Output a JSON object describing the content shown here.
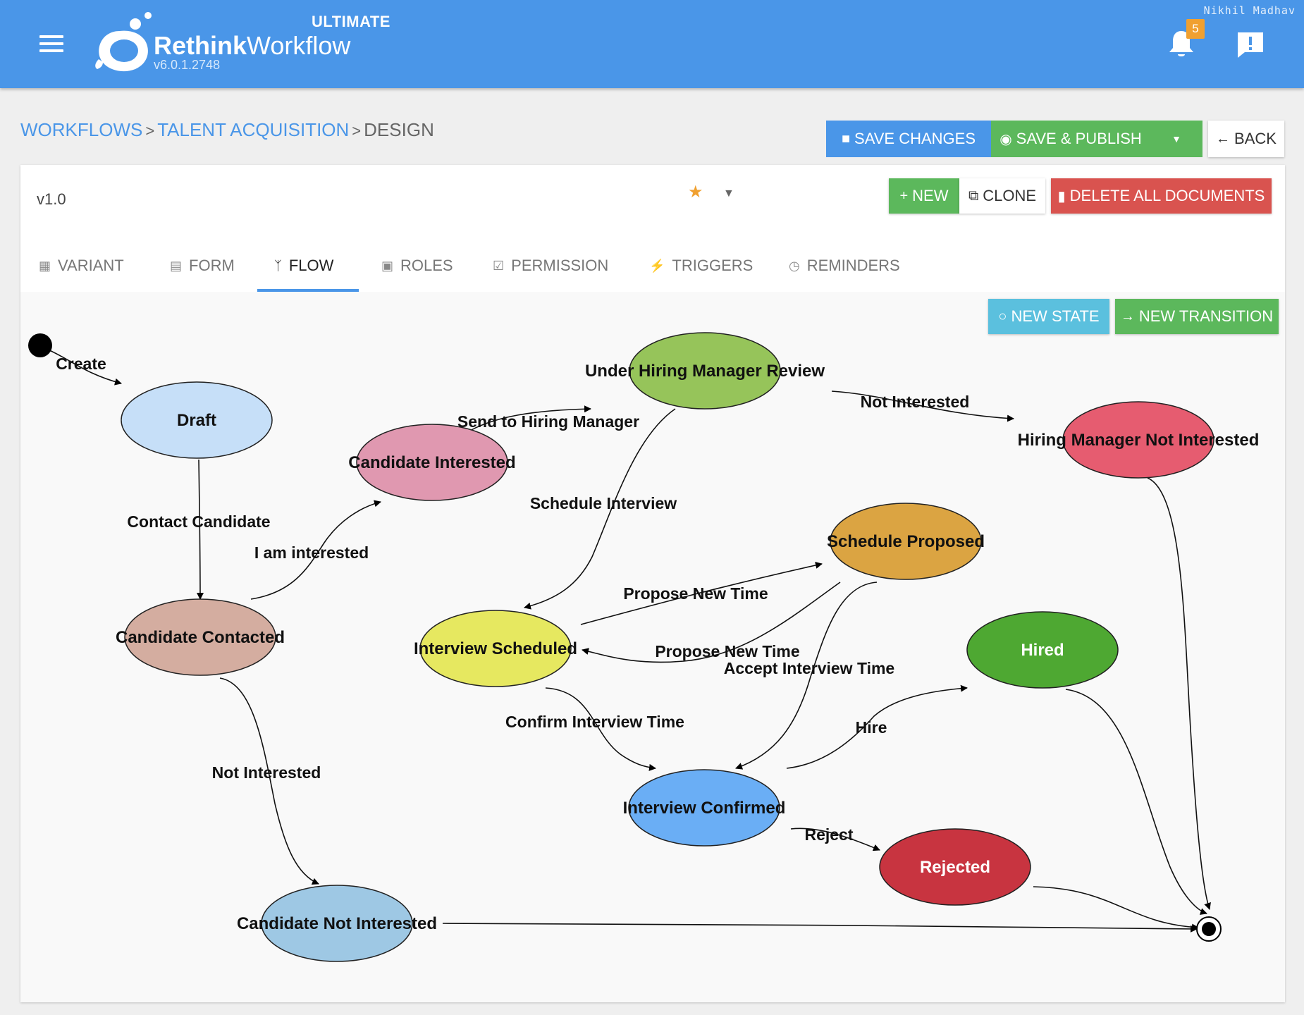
{
  "header": {
    "brand_bold": "Rethink",
    "brand_light": "Workflow",
    "edition": "ULTIMATE",
    "version": "v6.0.1.2748",
    "user": "Nikhil Madhav",
    "notification_count": "5"
  },
  "breadcrumb": {
    "items": [
      "WORKFLOWS",
      "TALENT ACQUISITION",
      "DESIGN"
    ],
    "separator": ">"
  },
  "actions": {
    "save_changes": "SAVE CHANGES",
    "save_publish": "SAVE & PUBLISH",
    "back": "BACK"
  },
  "version_bar": {
    "label": "v1.0",
    "new": "NEW",
    "clone": "CLONE",
    "delete_all": "DELETE ALL DOCUMENTS"
  },
  "tabs": [
    {
      "label": "VARIANT"
    },
    {
      "label": "FORM"
    },
    {
      "label": "FLOW",
      "active": true
    },
    {
      "label": "ROLES"
    },
    {
      "label": "PERMISSION"
    },
    {
      "label": "TRIGGERS"
    },
    {
      "label": "REMINDERS"
    }
  ],
  "flow_toolbar": {
    "new_state": "NEW STATE",
    "new_transition": "NEW TRANSITION"
  },
  "colors": {
    "header": "#4a96e8",
    "save_changes": "#4a96e8",
    "save_publish": "#5cb85c",
    "new": "#5cb85c",
    "delete": "#d9534f",
    "new_state": "#5bc0de",
    "new_transition": "#5cb85c"
  },
  "states": [
    {
      "id": "draft",
      "label": "Draft",
      "color": "#c6dff8"
    },
    {
      "id": "candidate_contacted",
      "label": "Candidate Contacted",
      "color": "#d4ada0"
    },
    {
      "id": "candidate_interested",
      "label": "Candidate Interested",
      "color": "#e098b0"
    },
    {
      "id": "under_hm_review",
      "label": "Under Hiring Manager Review",
      "color": "#96c45a"
    },
    {
      "id": "hm_not_interested",
      "label": "Hiring Manager Not Interested",
      "color": "#e65c70"
    },
    {
      "id": "schedule_proposed",
      "label": "Schedule Proposed",
      "color": "#dba442"
    },
    {
      "id": "interview_scheduled",
      "label": "Interview Scheduled",
      "color": "#e6e860"
    },
    {
      "id": "hired",
      "label": "Hired",
      "color": "#4ea832"
    },
    {
      "id": "interview_confirmed",
      "label": "Interview Confirmed",
      "color": "#6aaef5"
    },
    {
      "id": "rejected",
      "label": "Rejected",
      "color": "#c83440"
    },
    {
      "id": "candidate_not_interested",
      "label": "Candidate Not Interested",
      "color": "#9ec8e4"
    }
  ],
  "transitions": [
    {
      "label": "Create",
      "from": "start",
      "to": "draft"
    },
    {
      "label": "Contact Candidate",
      "from": "draft",
      "to": "candidate_contacted"
    },
    {
      "label": "I am interested",
      "from": "candidate_contacted",
      "to": "candidate_interested"
    },
    {
      "label": "Send to Hiring Manager",
      "from": "candidate_interested",
      "to": "under_hm_review"
    },
    {
      "label": "Not Interested",
      "from": "under_hm_review",
      "to": "hm_not_interested"
    },
    {
      "label": "Schedule Interview",
      "from": "under_hm_review",
      "to": "interview_scheduled"
    },
    {
      "label": "Propose New Time",
      "from": "interview_scheduled",
      "to": "schedule_proposed"
    },
    {
      "label": "Propose New Time",
      "from": "schedule_proposed",
      "to": "interview_scheduled"
    },
    {
      "label": "Accept Interview Time",
      "from": "schedule_proposed",
      "to": "interview_confirmed"
    },
    {
      "label": "Confirm Interview Time",
      "from": "interview_scheduled",
      "to": "interview_confirmed"
    },
    {
      "label": "Hire",
      "from": "interview_confirmed",
      "to": "hired"
    },
    {
      "label": "Reject",
      "from": "interview_confirmed",
      "to": "rejected"
    },
    {
      "label": "Not Interested",
      "from": "candidate_contacted",
      "to": "candidate_not_interested"
    },
    {
      "label": "",
      "from": "candidate_not_interested",
      "to": "end"
    },
    {
      "label": "",
      "from": "rejected",
      "to": "end"
    },
    {
      "label": "",
      "from": "hired",
      "to": "end"
    },
    {
      "label": "",
      "from": "hm_not_interested",
      "to": "end"
    }
  ]
}
